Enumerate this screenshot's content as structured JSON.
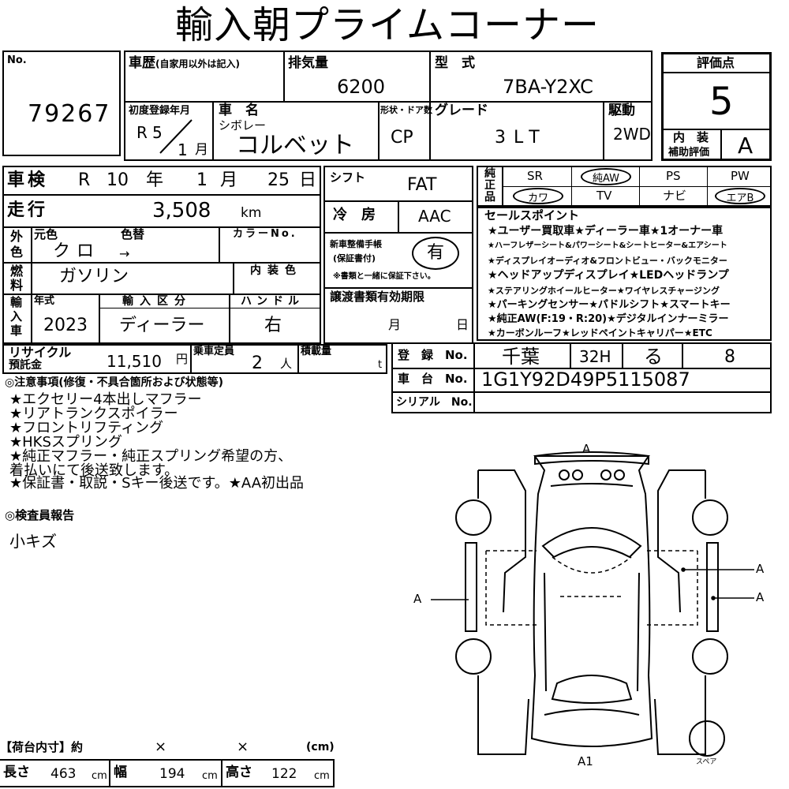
{
  "title": "輸入朝プライムコーナー",
  "lot": {
    "label": "No.",
    "number": "79267"
  },
  "history": {
    "label": "車歴",
    "note": "(自家用以外は記入)"
  },
  "displacement": {
    "label": "排気量",
    "value": "6200"
  },
  "model": {
    "label": "型　式",
    "value": "7BA-Y2XC"
  },
  "rating": {
    "label": "評価点",
    "value": "5",
    "interior_label_1": "内　装",
    "interior_label_2": "補助評価",
    "interior_value": "A"
  },
  "first_reg": {
    "label": "初度登録年月",
    "era": "R",
    "year": "5",
    "month": "1",
    "month_unit": "月"
  },
  "car_name": {
    "label": "車　名",
    "maker": "シボレー",
    "name": "コルベット"
  },
  "body_type": {
    "label": "形状・ドア数",
    "value": "CP"
  },
  "grade": {
    "label": "グレード",
    "value": "3LT"
  },
  "drive": {
    "label": "駆動",
    "value": "2WD"
  },
  "inspection": {
    "label": "車検",
    "era": "R",
    "year": "10",
    "year_unit": "年",
    "month": "1",
    "month_unit": "月",
    "day": "25",
    "day_unit": "日"
  },
  "mileage": {
    "label": "走行",
    "value": "3,508",
    "unit": "km"
  },
  "color": {
    "outer_label_1": "外",
    "outer_label_2": "色",
    "orig_label": "元色",
    "repaint_label": "色替",
    "value": "クロ",
    "arrow": "→",
    "code_label": "カラーNo."
  },
  "fuel": {
    "label_1": "燃",
    "label_2": "料",
    "value": "ガソリン",
    "interior_color_label": "内装色"
  },
  "import_info": {
    "label_1": "輸",
    "label_2": "入",
    "label_3": "車",
    "year_label": "年式",
    "year": "2023",
    "type_label": "輸入区分",
    "type": "ディーラー",
    "handle_label": "ハンドル",
    "handle": "右"
  },
  "shift": {
    "label": "シフト",
    "value": "FAT"
  },
  "ac": {
    "label": "冷　房",
    "value": "AAC"
  },
  "maintenance": {
    "label_1": "新車整備手帳",
    "label_2": "(保証書付)",
    "value": "有",
    "note": "※書類と一緒に保証下さい。"
  },
  "transfer": {
    "label": "譲渡書類有効期限",
    "month_unit": "月",
    "day_unit": "日"
  },
  "options": {
    "label_1": "純",
    "label_2": "正",
    "label_3": "品",
    "row1": [
      {
        "text": "SR",
        "circled": false
      },
      {
        "text": "純AW",
        "circled": true
      },
      {
        "text": "PS",
        "circled": false
      },
      {
        "text": "PW",
        "circled": false
      }
    ],
    "row2": [
      {
        "text": "カワ",
        "circled": true
      },
      {
        "text": "TV",
        "circled": false
      },
      {
        "text": "ナビ",
        "circled": false
      },
      {
        "text": "エアB",
        "circled": true
      }
    ]
  },
  "sales_points": {
    "label": "セールスポイント",
    "lines": [
      "★ユーザー買取車★ディーラー車★1オーナー車",
      "★ハーフレザーシート&パワーシート&シートヒーター&エアシート",
      "★ディスプレイオーディオ&フロントビュー・バックモニター",
      "★ヘッドアップディスプレイ★LEDヘッドランプ",
      "★ステアリングホイールヒーター★ワイヤレスチャージング",
      "★パーキングセンサー★パドルシフト★スマートキー",
      "★純正AW(F:19・R:20)★デジタルインナーミラー",
      "★カーボンルーフ★レッドペイントキャリパー★ETC"
    ]
  },
  "recycle": {
    "label_1": "リサイクル",
    "label_2": "預託金",
    "value": "11,510",
    "unit": "円"
  },
  "capacity": {
    "label": "乗車定員",
    "value": "2",
    "unit": "人"
  },
  "load": {
    "label": "積載量",
    "unit": "t"
  },
  "registration": {
    "label": "登　録　No.",
    "region": "千葉",
    "class": "32H",
    "kana": "る",
    "number": "8"
  },
  "chassis": {
    "label": "車　台　No.",
    "value": "1G1Y92D49P5115087"
  },
  "serial": {
    "label": "シリアル　No."
  },
  "notes": {
    "label": "◎注意事項(修復・不具合箇所および状態等)",
    "lines": [
      "★エクセリー4本出しマフラー",
      "★リアトランクスポイラー",
      "★フロントリフティング",
      "★HKSスプリング",
      "★純正マフラー・純正スプリング希望の方、",
      "着払いにて後送致します。",
      "★保証書・取説・Sキー後送です。★AA初出品"
    ]
  },
  "inspector": {
    "label": "◎検査員報告",
    "value": "小キズ"
  },
  "cargo": {
    "label": "【荷台内寸】約",
    "x1": "×",
    "x2": "×",
    "unit": "(cm)"
  },
  "dims": {
    "length_label": "長さ",
    "length": "463",
    "width_label": "幅",
    "width": "194",
    "height_label": "高さ",
    "height": "122",
    "unit": "cm"
  },
  "diagram": {
    "marks": {
      "front": "A",
      "left": "A",
      "right_top": "A",
      "right_bottom": "A",
      "rear": "A1"
    },
    "spare_label": "スペア"
  }
}
